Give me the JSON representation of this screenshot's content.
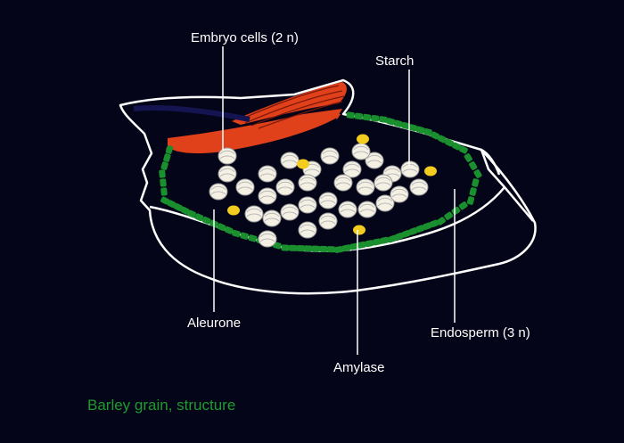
{
  "colors": {
    "background": "#05051a",
    "outline": "#ffffff",
    "aleurone": "#1a8f2e",
    "embryo": "#e0401a",
    "starch_fill": "#f4f1e4",
    "amylase": "#f2cc1f",
    "caption": "#1f9a2e"
  },
  "labels": {
    "embryo_cells": "Embryo cells (2 n)",
    "starch": "Starch",
    "aleurone": "Aleurone",
    "amylase": "Amylase",
    "endosperm": "Endosperm (3 n)"
  },
  "caption": "Barley grain, structure"
}
